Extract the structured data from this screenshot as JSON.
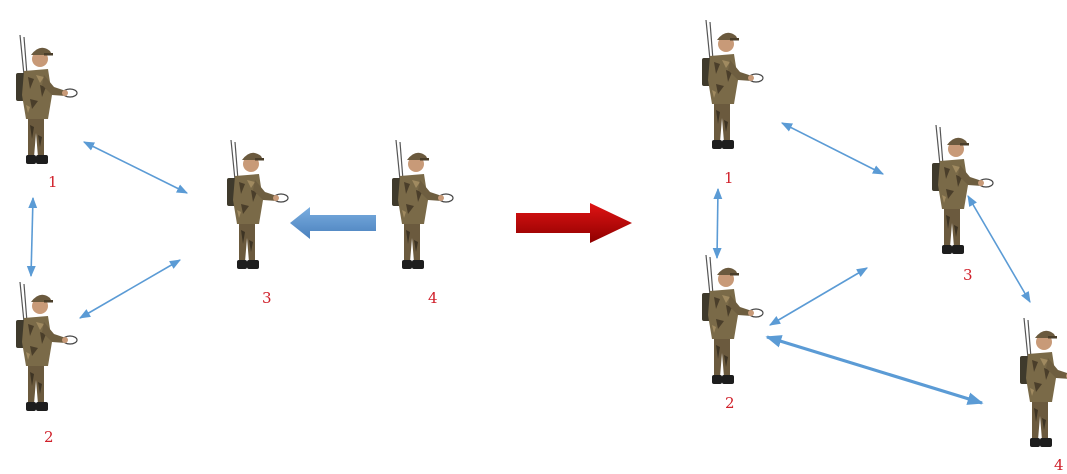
{
  "colors": {
    "link": "#5b9bd5",
    "label": "#d0202a",
    "transition_arrow": "#c00000",
    "join_arrow": "#5b8fc9"
  },
  "left_panel": {
    "soldiers": [
      {
        "label": "1"
      },
      {
        "label": "2"
      },
      {
        "label": "3"
      },
      {
        "label": "4"
      }
    ]
  },
  "right_panel": {
    "soldiers": [
      {
        "label": "1"
      },
      {
        "label": "2"
      },
      {
        "label": "3"
      },
      {
        "label": "4"
      }
    ]
  }
}
